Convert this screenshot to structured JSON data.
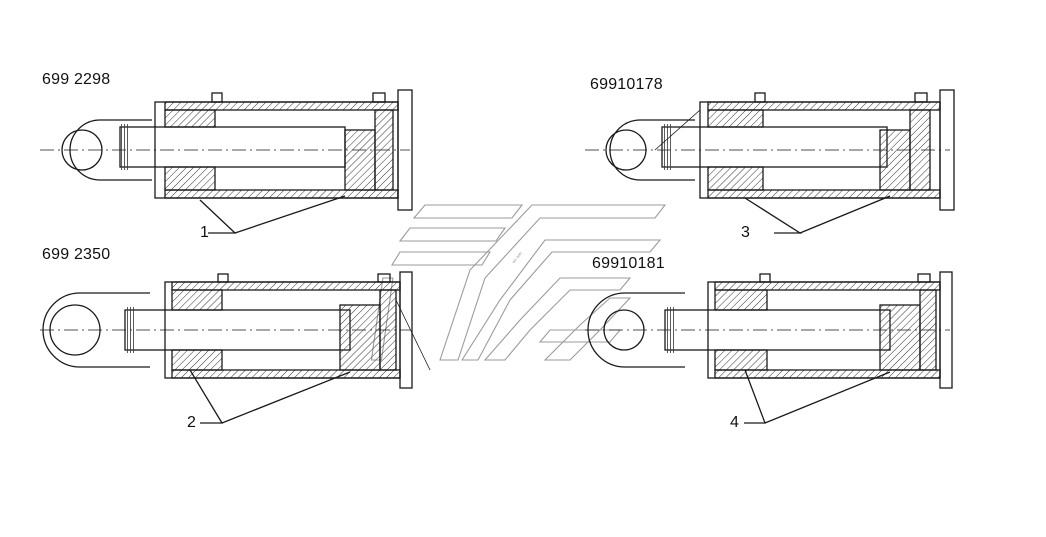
{
  "cylinders": [
    {
      "part_number": "699 2298",
      "callout": "1"
    },
    {
      "part_number": "69910178",
      "callout": "3"
    },
    {
      "part_number": "699 2350",
      "callout": "2"
    },
    {
      "part_number": "69910181",
      "callout": "4"
    }
  ],
  "watermark": {
    "tag": "ᵒᵒ ᵒᵒᵒ"
  },
  "colors": {
    "line": "#1a1a1a",
    "hatch": "#444444",
    "watermark": "#9a9a9a"
  }
}
